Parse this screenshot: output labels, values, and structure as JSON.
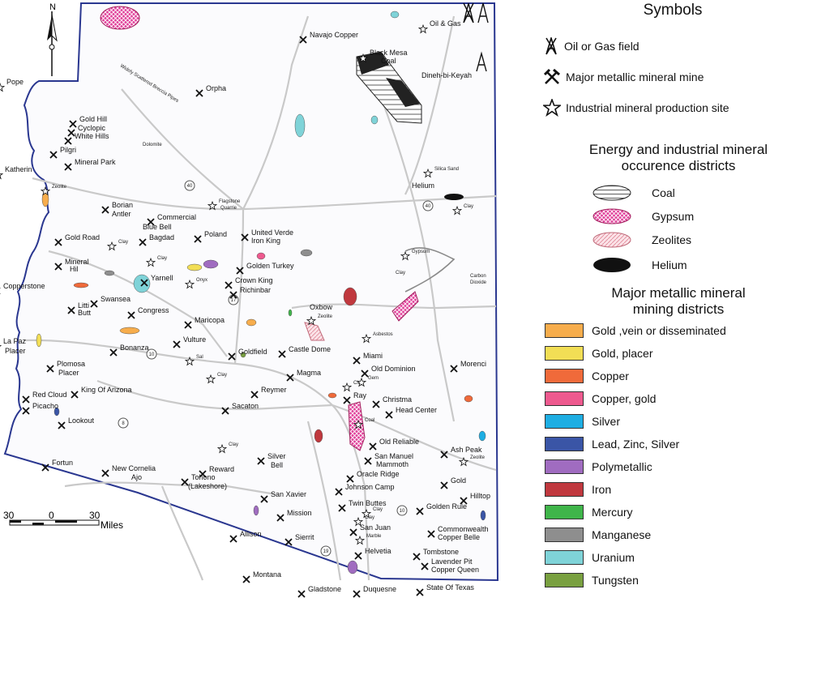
{
  "map": {
    "north_label": "N",
    "scale": {
      "left": "30",
      "mid": "0",
      "right": "30",
      "unit": "Miles"
    },
    "annotation": "Widely Scattered Breccia Pipes",
    "highway_labels": [
      "40",
      "40",
      "17",
      "10",
      "8",
      "10",
      "19"
    ],
    "places": [
      {
        "id": "oil-gas",
        "text": "Oil & Gas"
      },
      {
        "id": "navajo-copper",
        "text": "Navajo Copper"
      },
      {
        "id": "black-mesa",
        "text": "Black Mesa"
      },
      {
        "id": "black-mesa-coal",
        "text": "Coal"
      },
      {
        "id": "dineh",
        "text": "Dineh-bi-Keyah"
      },
      {
        "id": "pope",
        "text": "Pope"
      },
      {
        "id": "orpha",
        "text": "Orpha"
      },
      {
        "id": "gold-hill",
        "text": "Gold Hill"
      },
      {
        "id": "cyclopic",
        "text": "Cyclopic"
      },
      {
        "id": "white-hills",
        "text": "White Hills"
      },
      {
        "id": "pilgri",
        "text": "Pilgri"
      },
      {
        "id": "mineral-park",
        "text": "Mineral Park"
      },
      {
        "id": "dolomite",
        "text": "Dolomite"
      },
      {
        "id": "katherin",
        "text": "Katherin"
      },
      {
        "id": "zeolite1",
        "text": "Zeolite"
      },
      {
        "id": "silica-sand",
        "text": "Silica Sand"
      },
      {
        "id": "helium",
        "text": "Helium"
      },
      {
        "id": "clay1",
        "text": "Clay"
      },
      {
        "id": "borian",
        "text": "Borian"
      },
      {
        "id": "antler",
        "text": "Antler"
      },
      {
        "id": "flagstone",
        "text": "Flagstone"
      },
      {
        "id": "quarrie",
        "text": "Quarrie"
      },
      {
        "id": "gold-road",
        "text": "Gold Road"
      },
      {
        "id": "commercial",
        "text": "Commercial"
      },
      {
        "id": "blue-bell",
        "text": "Blue Bell"
      },
      {
        "id": "bagdad",
        "text": "Bagdad"
      },
      {
        "id": "clay2",
        "text": "Clay"
      },
      {
        "id": "poland",
        "text": "Poland"
      },
      {
        "id": "united-verde",
        "text": "United Verde"
      },
      {
        "id": "iron-king",
        "text": "Iron King"
      },
      {
        "id": "gypsum-site",
        "text": "Gypsum"
      },
      {
        "id": "mineral-hill",
        "text": "Mineral"
      },
      {
        "id": "mineral-hill2",
        "text": "Hil"
      },
      {
        "id": "clay3",
        "text": "Clay"
      },
      {
        "id": "golden-turkey",
        "text": "Golden Turkey"
      },
      {
        "id": "clay4",
        "text": "Clay"
      },
      {
        "id": "carbon-dioxide",
        "text": "Carbon"
      },
      {
        "id": "carbon-dioxide2",
        "text": "Dioxide"
      },
      {
        "id": "yarnell",
        "text": "Yarnell"
      },
      {
        "id": "onyx",
        "text": "Onyx"
      },
      {
        "id": "crown-king",
        "text": "Crown King"
      },
      {
        "id": "richinbar",
        "text": "Richinbar"
      },
      {
        "id": "copperstone",
        "text": "Copperstone"
      },
      {
        "id": "swansea",
        "text": "Swansea"
      },
      {
        "id": "oxbow",
        "text": "Oxbow"
      },
      {
        "id": "zeolite2",
        "text": "Zeolite"
      },
      {
        "id": "litti",
        "text": "Litti"
      },
      {
        "id": "butt",
        "text": "Butt"
      },
      {
        "id": "congress",
        "text": "Congress"
      },
      {
        "id": "maricopa",
        "text": "Maricopa"
      },
      {
        "id": "asbestos",
        "text": "Asbestos"
      },
      {
        "id": "la-paz",
        "text": "La Paz"
      },
      {
        "id": "placer",
        "text": "Placer"
      },
      {
        "id": "vulture",
        "text": "Vulture"
      },
      {
        "id": "bonanza",
        "text": "Bonanza"
      },
      {
        "id": "castle-dome",
        "text": "Castle Dome"
      },
      {
        "id": "miami",
        "text": "Miami"
      },
      {
        "id": "goldfield",
        "text": "Goldfield"
      },
      {
        "id": "plomosa",
        "text": "Plomosa"
      },
      {
        "id": "plomosa2",
        "text": "Placer"
      },
      {
        "id": "salt",
        "text": "Sal"
      },
      {
        "id": "clay5",
        "text": "Clay"
      },
      {
        "id": "magma",
        "text": "Magma"
      },
      {
        "id": "old-dominion",
        "text": "Old Dominion"
      },
      {
        "id": "clay6",
        "text": "Clay"
      },
      {
        "id": "gem",
        "text": "Gem"
      },
      {
        "id": "morenci",
        "text": "Morenci"
      },
      {
        "id": "king-arizona",
        "text": "King Of Arizona"
      },
      {
        "id": "reymer",
        "text": "Reymer"
      },
      {
        "id": "ray",
        "text": "Ray"
      },
      {
        "id": "red-cloud",
        "text": "Red Cloud"
      },
      {
        "id": "christma",
        "text": "Christma"
      },
      {
        "id": "sacaton",
        "text": "Sacaton"
      },
      {
        "id": "head-center",
        "text": "Head Center"
      },
      {
        "id": "picacho",
        "text": "Picacho"
      },
      {
        "id": "coal2",
        "text": "Coal"
      },
      {
        "id": "lookout",
        "text": "Lookout"
      },
      {
        "id": "old-reliable",
        "text": "Old Reliable"
      },
      {
        "id": "ash-peak",
        "text": "Ash Peak"
      },
      {
        "id": "clay7",
        "text": "Clay"
      },
      {
        "id": "fortun",
        "text": "Fortun"
      },
      {
        "id": "silver-bell",
        "text": "Silver"
      },
      {
        "id": "silver-bell2",
        "text": "Bell"
      },
      {
        "id": "reward",
        "text": "Reward"
      },
      {
        "id": "san-manuel",
        "text": "San Manuel"
      },
      {
        "id": "mammoth",
        "text": "Mammoth"
      },
      {
        "id": "zeolite3",
        "text": "Zeolite"
      },
      {
        "id": "new-cornelia",
        "text": "New Cornelia"
      },
      {
        "id": "ajo",
        "text": "Ajo"
      },
      {
        "id": "tohono",
        "text": "Tohono"
      },
      {
        "id": "lakeshore",
        "text": "(Lakeshore)"
      },
      {
        "id": "oracle-ridge",
        "text": "Oracle Ridge"
      },
      {
        "id": "gold2",
        "text": "Gold"
      },
      {
        "id": "johnson-camp",
        "text": "Johnson Camp"
      },
      {
        "id": "san-xavier",
        "text": "San Xavier"
      },
      {
        "id": "hilltop",
        "text": "Hilltop"
      },
      {
        "id": "twin-buttes",
        "text": "Twin Buttes"
      },
      {
        "id": "clay8",
        "text": "Clay"
      },
      {
        "id": "golden-rule",
        "text": "Golden Rule"
      },
      {
        "id": "mission",
        "text": "Mission"
      },
      {
        "id": "clay9",
        "text": "Clay"
      },
      {
        "id": "san-juan",
        "text": "San Juan"
      },
      {
        "id": "allison",
        "text": "Allison"
      },
      {
        "id": "sierrit",
        "text": "Sierrit"
      },
      {
        "id": "marble",
        "text": "Marble"
      },
      {
        "id": "commonwealth",
        "text": "Commonwealth"
      },
      {
        "id": "copper-belle",
        "text": "Copper Belle"
      },
      {
        "id": "helvetia",
        "text": "Helvetia"
      },
      {
        "id": "tombstone",
        "text": "Tombstone"
      },
      {
        "id": "lavender-pit",
        "text": "Lavender Pit"
      },
      {
        "id": "copper-queen",
        "text": "Copper Queen"
      },
      {
        "id": "montana",
        "text": "Montana"
      },
      {
        "id": "gladstone",
        "text": "Gladstone"
      },
      {
        "id": "duquesne",
        "text": "Duquesne"
      },
      {
        "id": "state-of-texas",
        "text": "State Of Texas"
      }
    ]
  },
  "legend": {
    "symbols_title": "Symbols",
    "symbols": [
      {
        "icon": "derrick-icon",
        "label": "Oil or Gas field"
      },
      {
        "icon": "pick-hammer-icon",
        "label": "Major metallic mineral mine"
      },
      {
        "icon": "star-icon",
        "label": "Industrial mineral production site"
      }
    ],
    "occurrence_title_1": "Energy and industrial mineral",
    "occurrence_title_2": "occurence districts",
    "occurrences": [
      {
        "label": "Coal",
        "pattern": "horizontal-lines"
      },
      {
        "label": "Gypsum",
        "pattern": "crosshatch",
        "color": "#e0409a"
      },
      {
        "label": "Zeolites",
        "pattern": "diagonal-lines",
        "color": "#e8a0b0"
      },
      {
        "label": "Helium",
        "pattern": "solid",
        "color": "#111111"
      }
    ],
    "metallic_title_1": "Major metallic mineral",
    "metallic_title_2": "mining districts",
    "metallic": [
      {
        "label": "Gold ,vein or disseminated",
        "color": "#f7ad4c"
      },
      {
        "label": "Gold, placer",
        "color": "#f2de55"
      },
      {
        "label": "Copper",
        "color": "#f06a3a"
      },
      {
        "label": "Copper, gold",
        "color": "#ee5a8f"
      },
      {
        "label": "Silver",
        "color": "#1eaee3"
      },
      {
        "label": "Lead, Zinc, Silver",
        "color": "#3a55a6"
      },
      {
        "label": "Polymetallic",
        "color": "#a06cc0"
      },
      {
        "label": "Iron",
        "color": "#c0383e"
      },
      {
        "label": "Mercury",
        "color": "#3fb54a"
      },
      {
        "label": "Manganese",
        "color": "#8e8e8e"
      },
      {
        "label": "Uranium",
        "color": "#7fd3d8"
      },
      {
        "label": "Tungsten",
        "color": "#79a040"
      }
    ]
  }
}
